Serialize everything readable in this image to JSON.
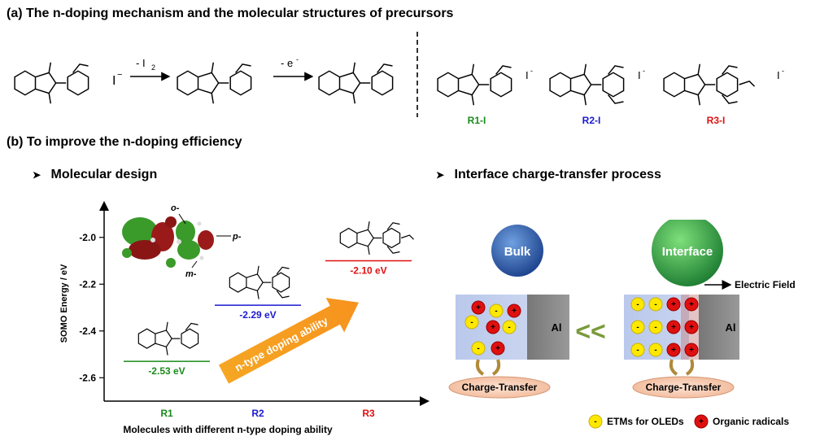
{
  "section_a": {
    "title": "(a) The n-doping mechanism and the molecular structures of precursors",
    "iodide": "I",
    "iodide_charge": "−",
    "step1_label": "- I",
    "step1_sub": "2",
    "step2_label": "- e",
    "step2_sup": "-",
    "precursors": [
      {
        "name": "R1-I",
        "color": "#1a8a1a"
      },
      {
        "name": "R2-I",
        "color": "#1a1ad0"
      },
      {
        "name": "R3-I",
        "color": "#e01010"
      }
    ]
  },
  "section_b": {
    "title": "(b) To improve the n-doping efficiency",
    "left_heading": "Molecular design",
    "right_heading": "Interface charge-transfer process",
    "orbital_labels": {
      "o": "o-",
      "p": "p-",
      "m": "m-"
    },
    "arrow_text": "n-type doping ability",
    "bulk_label": "Bulk",
    "interface_label": "Interface",
    "electric_field": "Electric Field",
    "electrode": "Al",
    "comparison": "<<",
    "charge_transfer": "Charge-Transfer",
    "legend_etm": "ETMs for OLEDs",
    "legend_radical": "Organic radicals",
    "etm_sign": "-",
    "radical_sign": "+"
  },
  "chart_data": {
    "type": "scatter",
    "ylabel": "SOMO Energy / eV",
    "xlabel": "Molecules with different n-type doping ability",
    "categories": [
      "R1",
      "R2",
      "R3"
    ],
    "category_colors": [
      "#1a8a1a",
      "#1a1ad0",
      "#e01010"
    ],
    "values": [
      -2.53,
      -2.29,
      -2.1
    ],
    "value_labels": [
      "-2.53 eV",
      "-2.29 eV",
      "-2.10 eV"
    ],
    "yticks": [
      "-2.0",
      "-2.2",
      "-2.4",
      "-2.6"
    ],
    "ylim": [
      -2.7,
      -1.9
    ]
  }
}
